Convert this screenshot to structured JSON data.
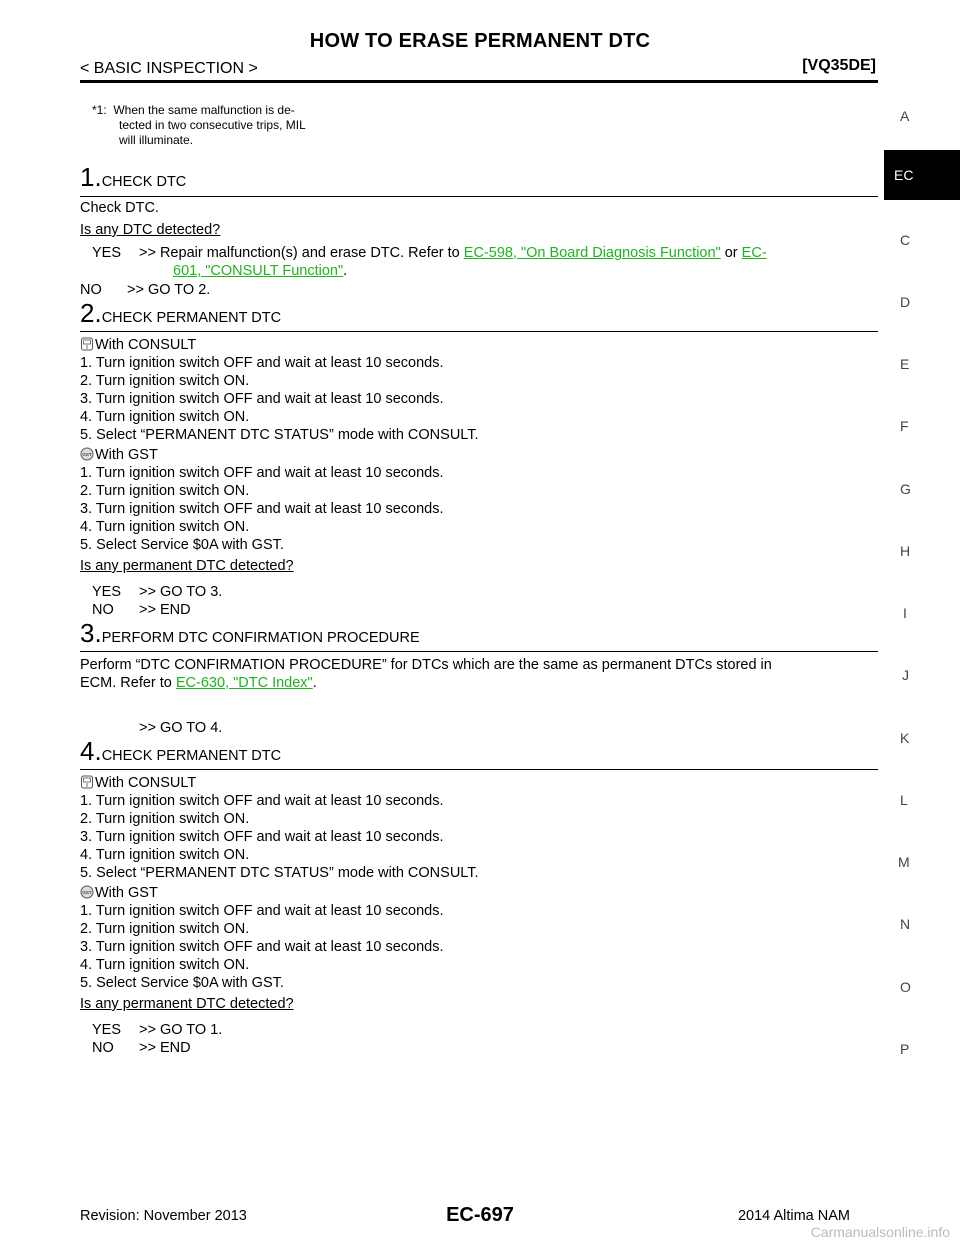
{
  "header": {
    "title": "HOW TO ERASE PERMANENT DTC",
    "section": "< BASIC INSPECTION >",
    "model": "[VQ35DE]"
  },
  "footnote": {
    "marker": "*1:",
    "line1": "When the same malfunction is de-",
    "line2": "tected in two consecutive trips, MIL",
    "line3": "will illuminate."
  },
  "steps": [
    {
      "number": "1.",
      "title": "CHECK DTC",
      "body": "Check DTC.",
      "question": "Is any DTC detected?",
      "yes_label": "YES",
      "yes_text": ">> Repair malfunction(s) and erase DTC. Refer to",
      "link1": "EC-598, \"On Board Diagnosis Function\"",
      "or": "or",
      "link2a": "EC-",
      "link2b": "601, \"CONSULT Function\"",
      "period": ".",
      "no_label": "NO",
      "no_text": ">> GO TO 2."
    },
    {
      "number": "2.",
      "title": "CHECK PERMANENT DTC",
      "consult_heading": "With CONSULT",
      "consult_steps": [
        "1. Turn ignition switch OFF and wait at least 10 seconds.",
        "2. Turn ignition switch ON.",
        "3. Turn ignition switch OFF and wait at least 10 seconds.",
        "4. Turn ignition switch ON.",
        "5. Select “PERMANENT DTC STATUS” mode with CONSULT."
      ],
      "gst_heading": "With GST",
      "gst_steps": [
        "1. Turn ignition switch OFF and wait at least 10 seconds.",
        "2. Turn ignition switch ON.",
        "3. Turn ignition switch OFF and wait at least 10 seconds.",
        "4. Turn ignition switch ON.",
        "5. Select Service $0A with GST."
      ],
      "question": "Is any permanent DTC detected?",
      "yes_label": "YES",
      "yes_text": ">> GO TO 3.",
      "no_label": "NO",
      "no_text": ">> END"
    },
    {
      "number": "3.",
      "title": "PERFORM DTC CONFIRMATION PROCEDURE",
      "body_line1": "Perform “DTC CONFIRMATION PROCEDURE” for DTCs which are the same as permanent DTCs stored in",
      "body_line2": "ECM. Refer to",
      "link": "EC-630, \"DTC Index\"",
      "period": ".",
      "goto": ">> GO TO 4."
    },
    {
      "number": "4.",
      "title": "CHECK PERMANENT DTC",
      "consult_heading": "With CONSULT",
      "consult_steps": [
        "1. Turn ignition switch OFF and wait at least 10 seconds.",
        "2. Turn ignition switch ON.",
        "3. Turn ignition switch OFF and wait at least 10 seconds.",
        "4. Turn ignition switch ON.",
        "5. Select “PERMANENT DTC STATUS” mode with CONSULT."
      ],
      "gst_heading": "With GST",
      "gst_steps": [
        "1. Turn ignition switch OFF and wait at least 10 seconds.",
        "2. Turn ignition switch ON.",
        "3. Turn ignition switch OFF and wait at least 10 seconds.",
        "4. Turn ignition switch ON.",
        "5. Select Service $0A with GST."
      ],
      "question": "Is any permanent DTC detected?",
      "yes_label": "YES",
      "yes_text": ">> GO TO 1.",
      "no_label": "NO",
      "no_text": ">> END"
    }
  ],
  "side_index": {
    "active": "EC",
    "letters": [
      "A",
      "C",
      "D",
      "E",
      "F",
      "G",
      "H",
      "I",
      "J",
      "K",
      "L",
      "M",
      "N",
      "O",
      "P"
    ]
  },
  "footer": {
    "revision": "Revision: November 2013",
    "page": "EC-697",
    "model": "2014 Altima NAM",
    "watermark": "Carmanualsonline.info"
  },
  "colors": {
    "link": "#1fb41f",
    "text": "#000000",
    "tab_bg": "#000000"
  }
}
